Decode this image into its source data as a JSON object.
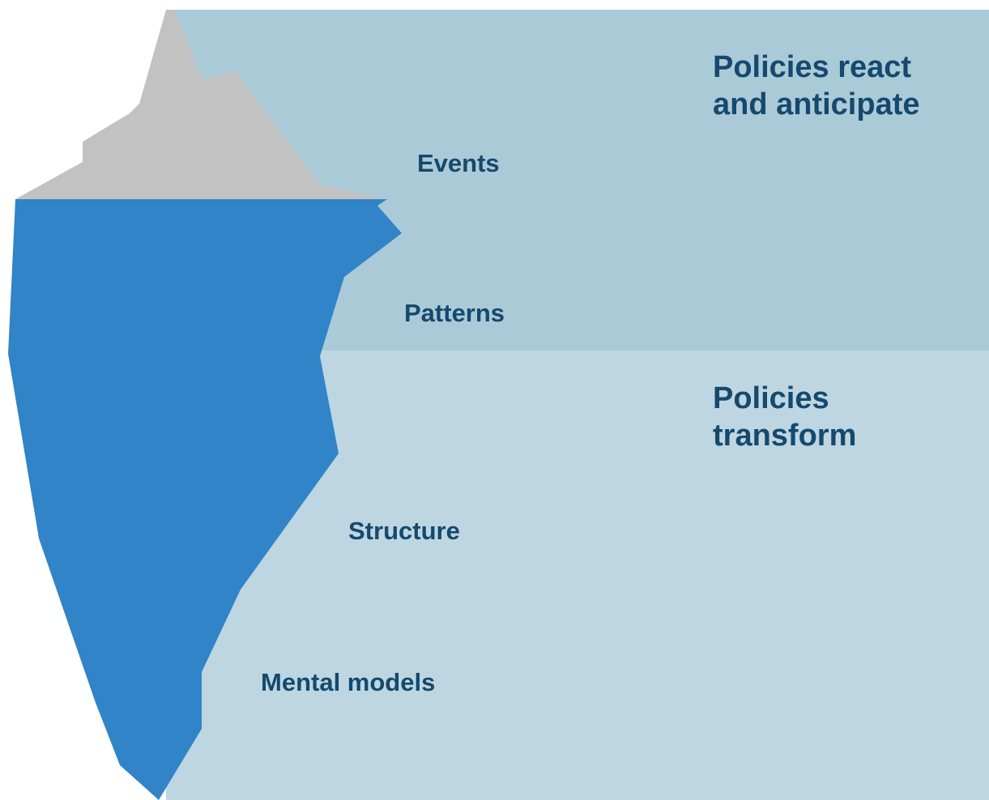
{
  "colors": {
    "above_water_band": "#abcad8",
    "below_water_band": "#bdd6e2",
    "iceberg_tip": "#c2c2c2",
    "iceberg_body": "#3184c7",
    "text": "#15496d"
  },
  "levels": {
    "events": "Events",
    "patterns": "Patterns",
    "structure": "Structure",
    "mental_models": "Mental models"
  },
  "policies": {
    "react": "Policies react\nand anticipate",
    "transform": "Policies\ntransform"
  }
}
